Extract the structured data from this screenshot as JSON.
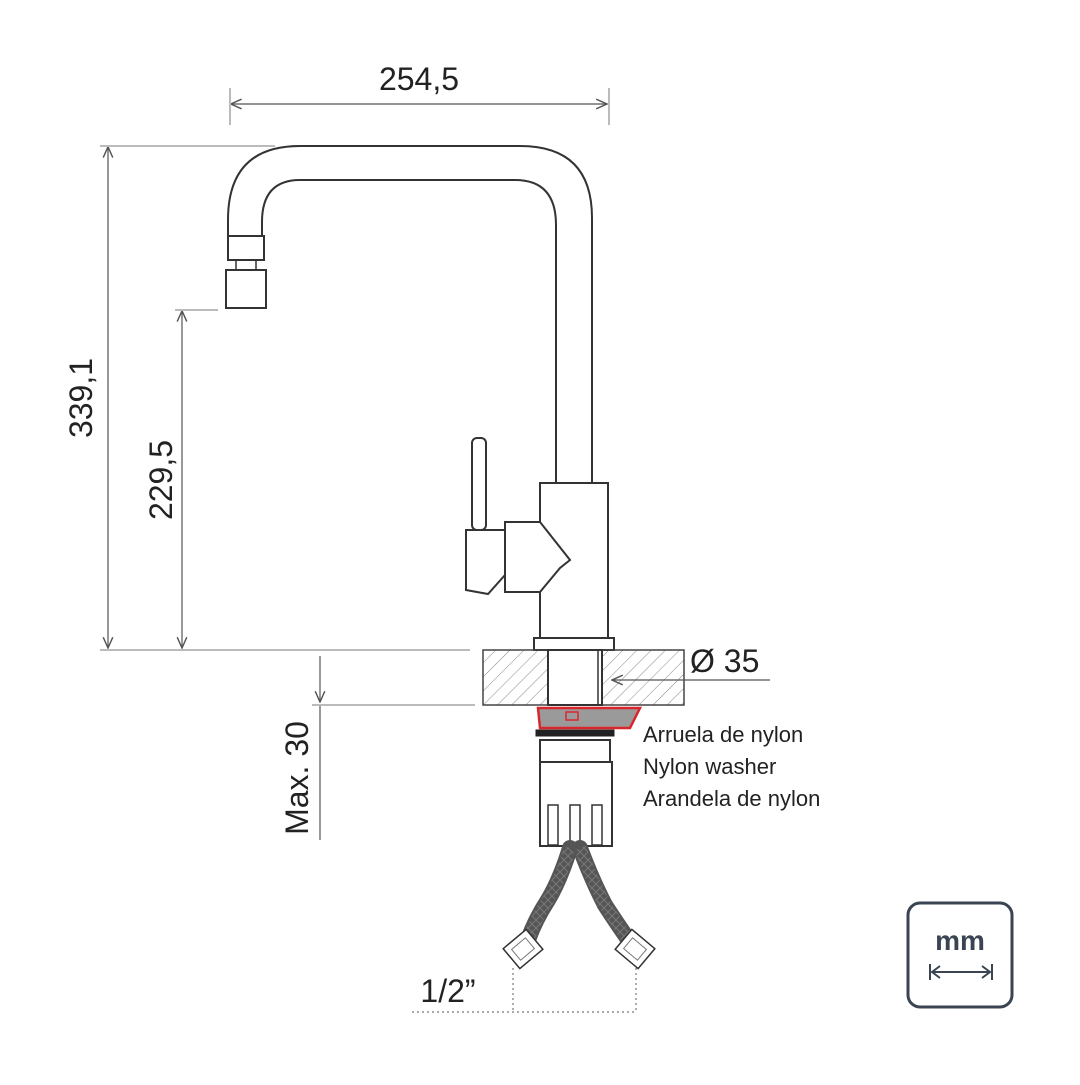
{
  "dimensions": {
    "width": "254,5",
    "total_height": "339,1",
    "spout_height": "229,5",
    "max_thickness": "Max. 30",
    "diameter": "Ø 35",
    "connection": "1/2”"
  },
  "washer_labels": [
    "Arruela de nylon",
    "Nylon washer",
    "Arandela de nylon"
  ],
  "unit_badge": {
    "unit": "mm",
    "icon": "double-arrow-icon"
  },
  "colors": {
    "washer": "#d9262c",
    "washer_fill": "#9a9a9a",
    "line": "#333333"
  }
}
